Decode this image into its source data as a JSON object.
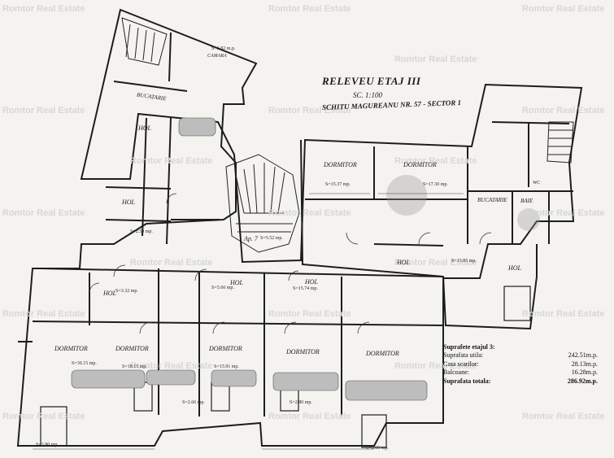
{
  "watermark": "Romtor Real Estate",
  "plan": {
    "title": "RELEVEU ETAJ III",
    "scale": "SC. 1:100",
    "address": "SCHITU MAGUREANU NR. 57 - SECTOR 1",
    "rooms": [
      {
        "label": "CAMARA",
        "area": "S=3.82 m.p."
      },
      {
        "label": "BUCATARIE",
        "area": ""
      },
      {
        "label": "HOL",
        "area": ""
      },
      {
        "label": "HOL",
        "area": "S=2.50 mp."
      },
      {
        "label": "HOL",
        "area": "S=3.32 mp."
      },
      {
        "label": "HOL",
        "area": "S=5.60 mp."
      },
      {
        "label": "HOL",
        "area": "S=15.74 mp."
      },
      {
        "label": "HOL",
        "area": "S=15.85 mp."
      },
      {
        "label": "HOL",
        "area": ""
      },
      {
        "label": "DORMITOR",
        "area": "S=15.37 mp."
      },
      {
        "label": "DORMITOR",
        "area": "S=17.30 mp."
      },
      {
        "label": "BUCATARIE",
        "area": ""
      },
      {
        "label": "BAIE",
        "area": ""
      },
      {
        "label": "WC",
        "area": ""
      },
      {
        "label": "Ap. 7",
        "area": "S=5.52 mp."
      },
      {
        "label": "DORMITOR",
        "area": "S=30.15 mp."
      },
      {
        "label": "DORMITOR",
        "area": "S=18.15 mp."
      },
      {
        "label": "DORMITOR",
        "area": "S=15.91 mp."
      },
      {
        "label": "DORMITOR",
        "area": ""
      },
      {
        "label": "DORMITOR",
        "area": ""
      },
      {
        "label": "",
        "area": "S=2.80 mp."
      },
      {
        "label": "",
        "area": "S=2.66 mp."
      },
      {
        "label": "",
        "area": "S=2.80 mp."
      },
      {
        "label": "",
        "area": "S=2.66 mp."
      }
    ]
  },
  "summary": {
    "title": "Suprafete etajul 3:",
    "rows": [
      {
        "label": "Suprafata utila:",
        "value": "242.51m.p."
      },
      {
        "label": "Casa scarilor:",
        "value": "28.13m.p."
      },
      {
        "label": "Balcoane:",
        "value": "16.28m.p."
      },
      {
        "label": "Suprafata totala:",
        "value": "286.92m.p."
      }
    ]
  }
}
